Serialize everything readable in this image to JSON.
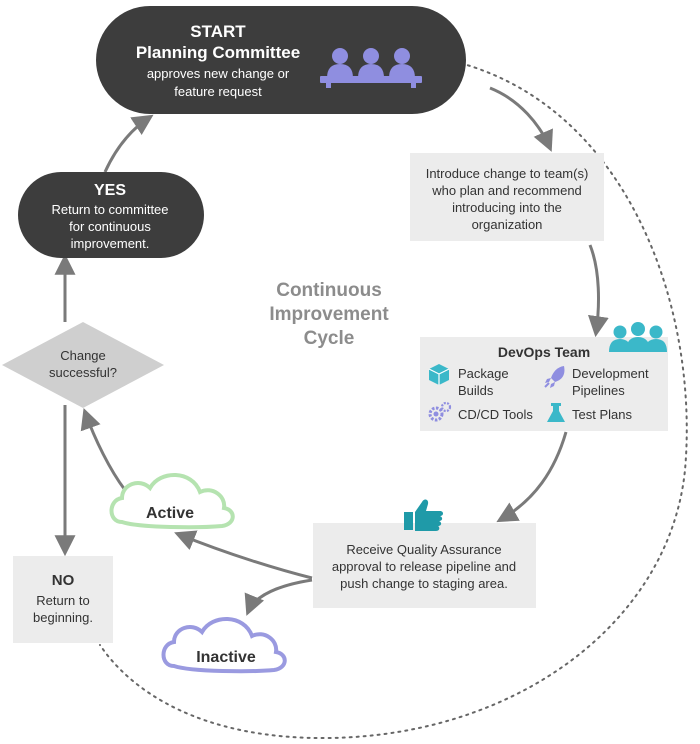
{
  "cycle_title": [
    "Continuous",
    "Improvement",
    "Cycle"
  ],
  "start": {
    "heading": "START",
    "title": "Planning Committee",
    "lines": [
      "approves  new change or",
      "feature request"
    ],
    "icon": "committee-people-icon"
  },
  "introduce": {
    "lines": [
      "Introduce change to team(s)",
      "who plan and recommend",
      "introducing into the",
      "organization"
    ]
  },
  "devops": {
    "title": "DevOps Team",
    "team_icon": "team-people-icon",
    "items": [
      {
        "icon": "package-box-icon",
        "lines": [
          "Package",
          "Builds"
        ]
      },
      {
        "icon": "rocket-icon",
        "lines": [
          "Development",
          "Pipelines"
        ]
      },
      {
        "icon": "gears-icon",
        "lines": [
          "CD/CD Tools"
        ]
      },
      {
        "icon": "flask-icon",
        "lines": [
          "Test Plans"
        ]
      }
    ]
  },
  "qa": {
    "icon": "thumbs-up-icon",
    "lines": [
      "Receive Quality Assurance",
      "approval  to release pipeline and",
      "push change to staging area."
    ]
  },
  "active": {
    "label": "Active"
  },
  "inactive": {
    "label": "Inactive"
  },
  "decision": {
    "lines": [
      "Change",
      "successful?"
    ]
  },
  "yes": {
    "heading": "YES",
    "lines": [
      "Return to committee",
      "for continuous",
      "improvement."
    ]
  },
  "no": {
    "heading": "NO",
    "lines": [
      "Return to",
      "beginning."
    ]
  },
  "colors": {
    "dark": "#3d3d3d",
    "box_gray": "#ececec",
    "diamond_gray": "#cfcfcf",
    "arrow": "#7a7a7a",
    "title_gray": "#8c8c8c",
    "purple": "#8f8ee0",
    "teal": "#3bb8c9",
    "active_green": "#b5e3b0",
    "inactive_purple": "#9a9ae0"
  }
}
